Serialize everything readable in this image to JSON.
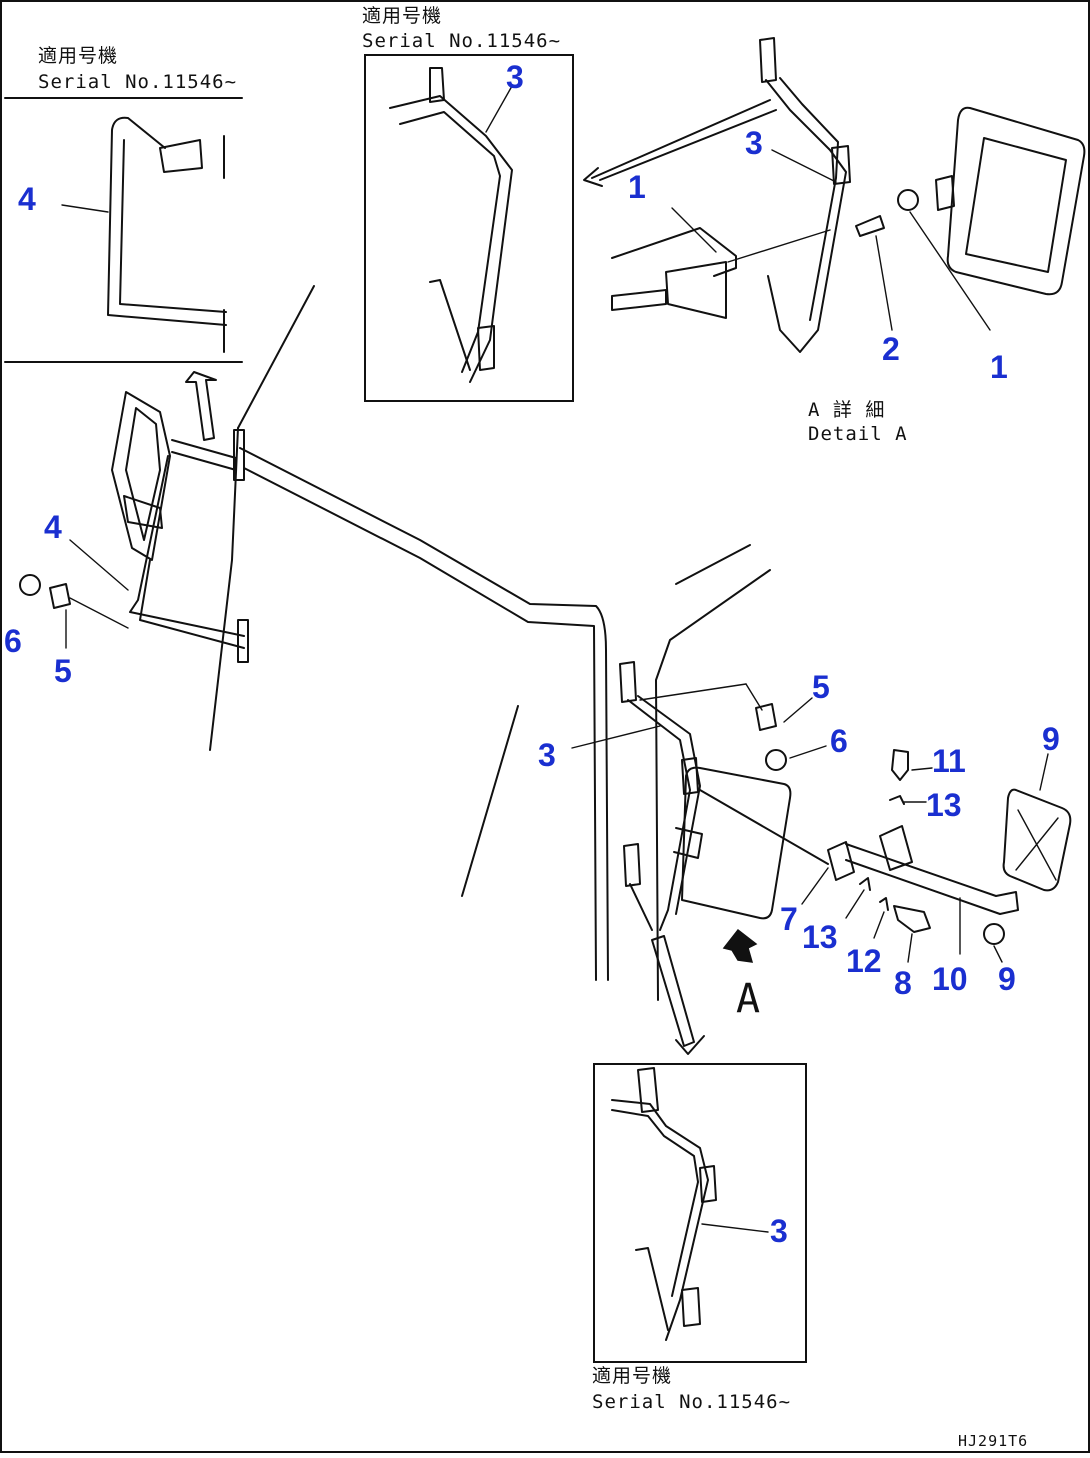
{
  "serial_label_jp": "適用号機",
  "serial_label_en": "Serial No.11546~",
  "detail_label_jp": "A 詳 細",
  "detail_label_en": "Detail A",
  "view_arrow_label": "A",
  "drawing_code": "HJ291T6",
  "callouts": {
    "c1a": "1",
    "c1b": "1",
    "c2": "2",
    "c3a": "3",
    "c3b": "3",
    "c3c": "3",
    "c3d": "3",
    "c4a": "4",
    "c4b": "4",
    "c5a": "5",
    "c5b": "5",
    "c6a": "6",
    "c6b": "6",
    "c7": "7",
    "c8": "8",
    "c9a": "9",
    "c9b": "9",
    "c10": "10",
    "c11": "11",
    "c12": "12",
    "c13a": "13",
    "c13b": "13"
  },
  "colors": {
    "callout": "#1a2fd0",
    "line": "#111111",
    "background": "#ffffff"
  }
}
